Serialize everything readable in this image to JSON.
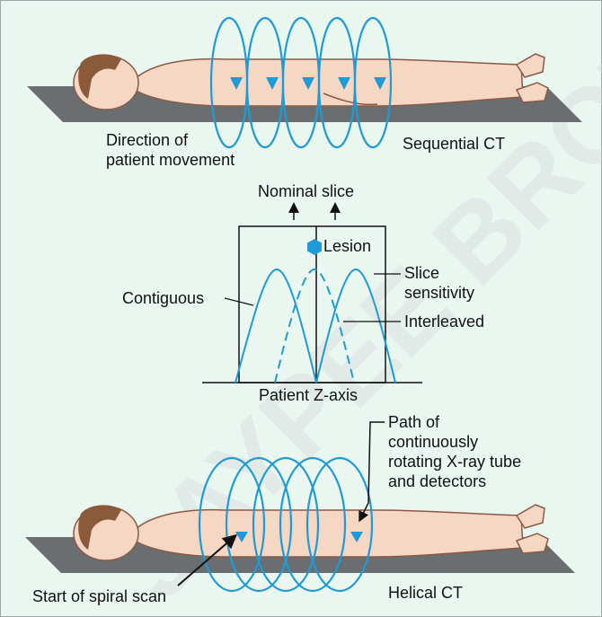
{
  "colors": {
    "background": "#eaf7f1",
    "beam": "#1e9bd7",
    "table": "#6b6e70",
    "skin": "#f6d7c4",
    "skin_outline": "#8a5a44",
    "hair": "#8a5a3a"
  },
  "top": {
    "direction_line1": "Direction of",
    "direction_line2": "patient movement",
    "mode_label": "Sequential CT"
  },
  "middle": {
    "nominal_slice": "Nominal slice",
    "lesion": "Lesion",
    "slice_sensitivity_line1": "Slice",
    "slice_sensitivity_line2": "sensitivity",
    "interleaved": "Interleaved",
    "contiguous": "Contiguous",
    "z_axis": "Patient Z-axis"
  },
  "bottom": {
    "path_line1": "Path of",
    "path_line2": "continuously",
    "path_line3": "rotating X-ray tube",
    "path_line4": "and detectors",
    "start": "Start of spiral scan",
    "mode_label": "Helical CT"
  },
  "watermark": "JAYPEE BROTHERS"
}
